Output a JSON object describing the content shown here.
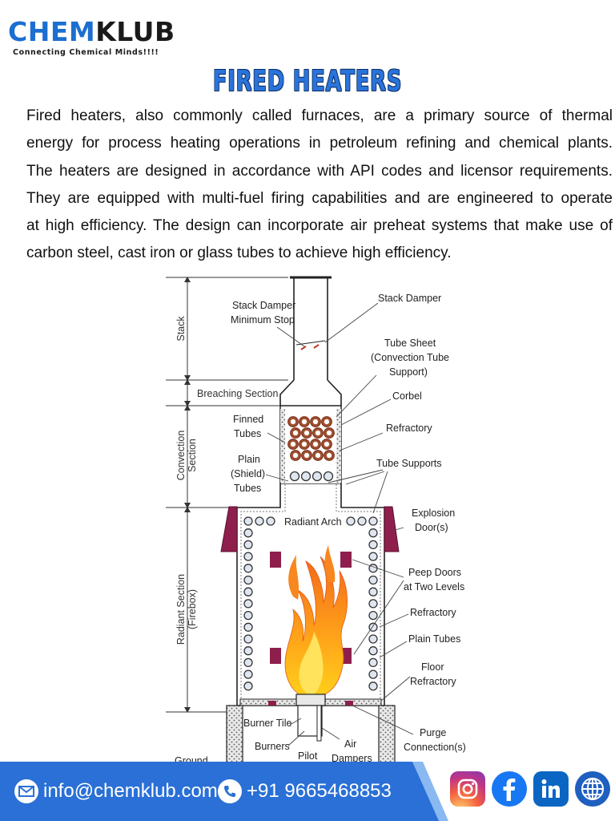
{
  "brand": {
    "logo_chem": "CHEM",
    "logo_klub": "KLUB",
    "tagline": "Connecting Chemical Minds!!!!"
  },
  "title": "FIRED HEATERS",
  "intro_lines": [
    "Fired heaters, also commonly called furnaces, are a primary source of thermal",
    "energy for process heating operations in petroleum refining and chemical plants.",
    "The heaters are designed in accordance with API codes and licensor requirements.",
    "They are equipped with multi-fuel firing capabilities and are engineered to operate",
    "at high efficiency. The design can incorporate air preheat systems that make use of",
    "carbon steel, cast iron or glass tubes to achieve high efficiency."
  ],
  "diagram": {
    "sections": {
      "stack": "Stack",
      "breaching": "Breaching Section",
      "convection_1": "Convection",
      "convection_2": "Section",
      "radiant_1": "Radiant Section",
      "radiant_2": "(Firebox)",
      "ground": "Ground"
    },
    "labels": {
      "stack_damper_min_1": "Stack Damper",
      "stack_damper_min_2": "Minimum Stop",
      "stack_damper": "Stack Damper",
      "tube_sheet_1": "Tube Sheet",
      "tube_sheet_2": "(Convection Tube",
      "tube_sheet_3": "Support)",
      "corbel": "Corbel",
      "finned_tubes_1": "Finned",
      "finned_tubes_2": "Tubes",
      "refractory_top": "Refractory",
      "plain_shield_1": "Plain",
      "plain_shield_2": "(Shield)",
      "plain_shield_3": "Tubes",
      "tube_supports": "Tube Supports",
      "explosion_door_1": "Explosion",
      "explosion_door_2": "Door(s)",
      "radiant_arch": "Radiant Arch",
      "peep_doors_1": "Peep Doors",
      "peep_doors_2": "at Two Levels",
      "refractory_mid": "Refractory",
      "plain_tubes": "Plain Tubes",
      "floor_refractory_1": "Floor",
      "floor_refractory_2": "Refractory",
      "burner_tile": "Burner Tile",
      "burners": "Burners",
      "pilot": "Pilot",
      "air_dampers_1": "Air",
      "air_dampers_2": "Dampers",
      "purge_1": "Purge",
      "purge_2": "Connection(s)"
    }
  },
  "footer": {
    "email": "info@chemklub.com",
    "phone": "+91  9665468853",
    "social_icons": [
      "instagram-icon",
      "facebook-icon",
      "linkedin-icon",
      "globe-icon"
    ],
    "colors": {
      "band": "#2a70d6",
      "facebook": "#1877f2",
      "linkedin": "#0a66c2",
      "globe": "#1f5fbf"
    }
  }
}
